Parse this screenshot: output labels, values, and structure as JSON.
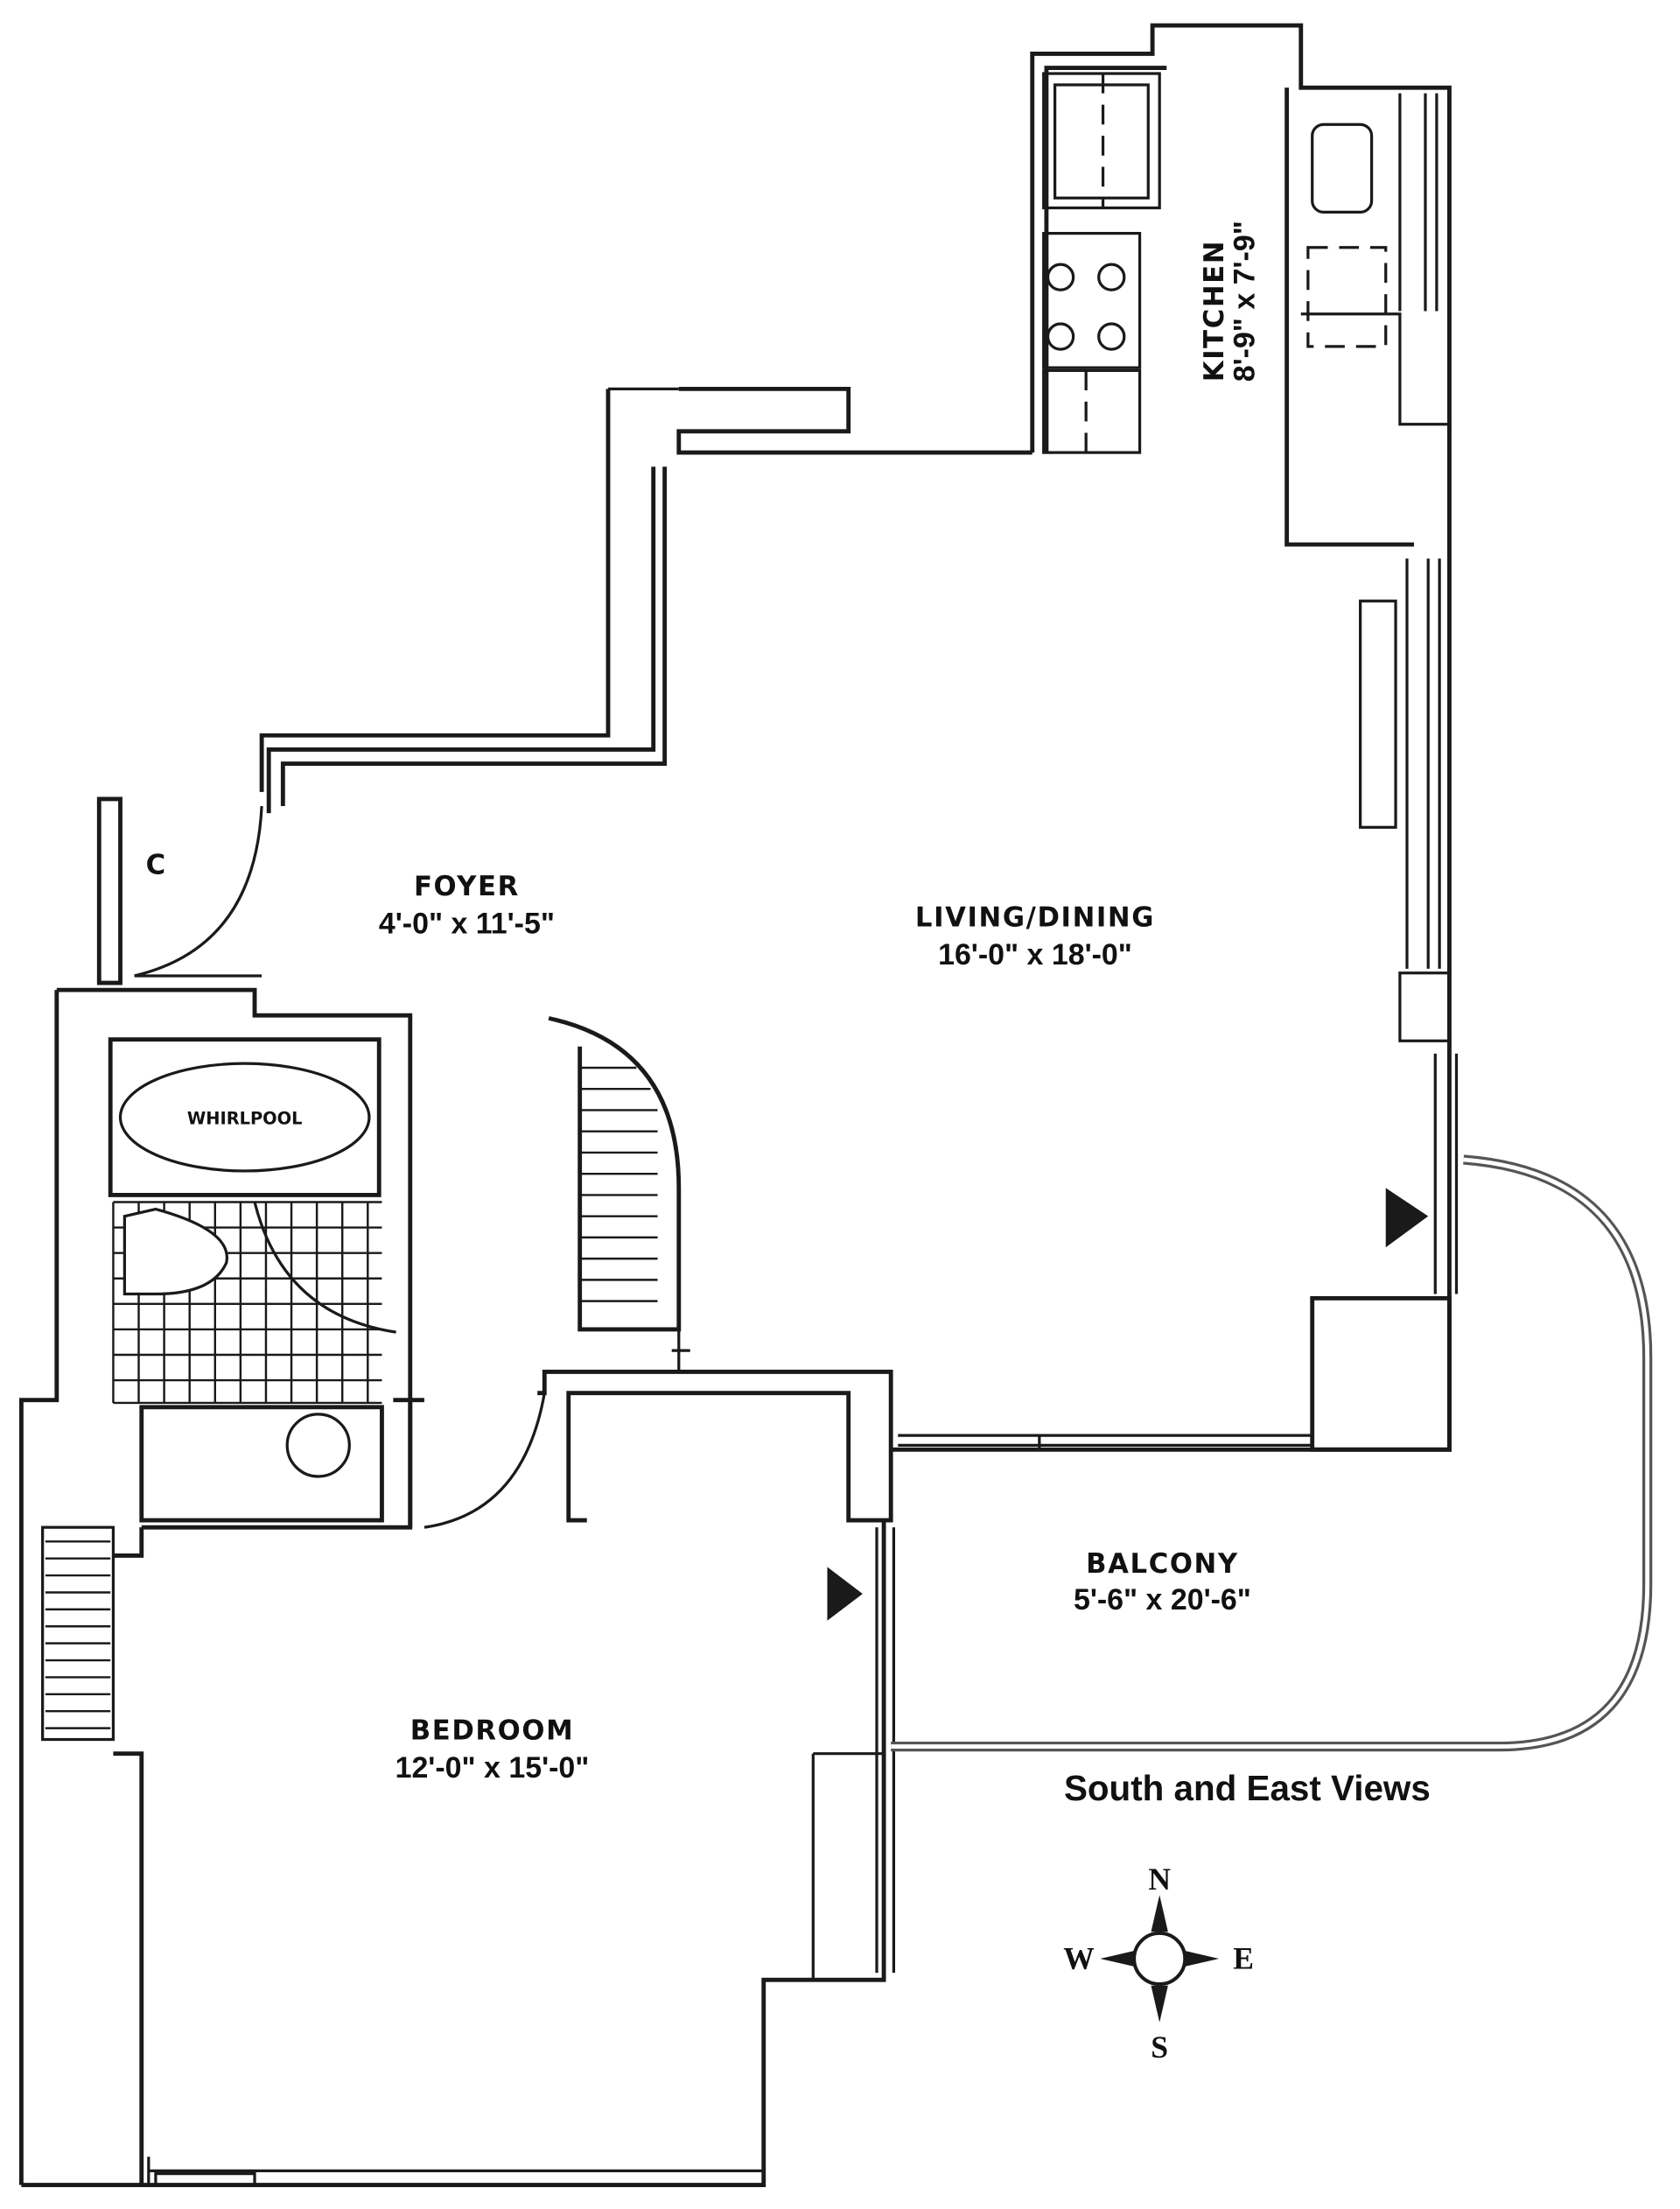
{
  "title": "Floor Plan",
  "rooms": {
    "kitchen": {
      "name": "KITCHEN",
      "dimensions": "8'-9\" x 7'-9\""
    },
    "foyer": {
      "name": "FOYER",
      "dimensions": "4'-0\" x 11'-5\""
    },
    "living_dining": {
      "name": "LIVING/DINING",
      "dimensions": "16'-0\" x 18'-0\""
    },
    "balcony": {
      "name": "BALCONY",
      "dimensions": "5'-6\" x 20'-6\""
    },
    "bedroom": {
      "name": "BEDROOM",
      "dimensions": "12'-0\" x 15'-0\""
    }
  },
  "closet_label": "C",
  "whirlpool_label": "WHIRLPOOL",
  "views_note": "South and East Views",
  "compass": {
    "north": "N",
    "south": "S",
    "east": "E",
    "west": "W"
  }
}
